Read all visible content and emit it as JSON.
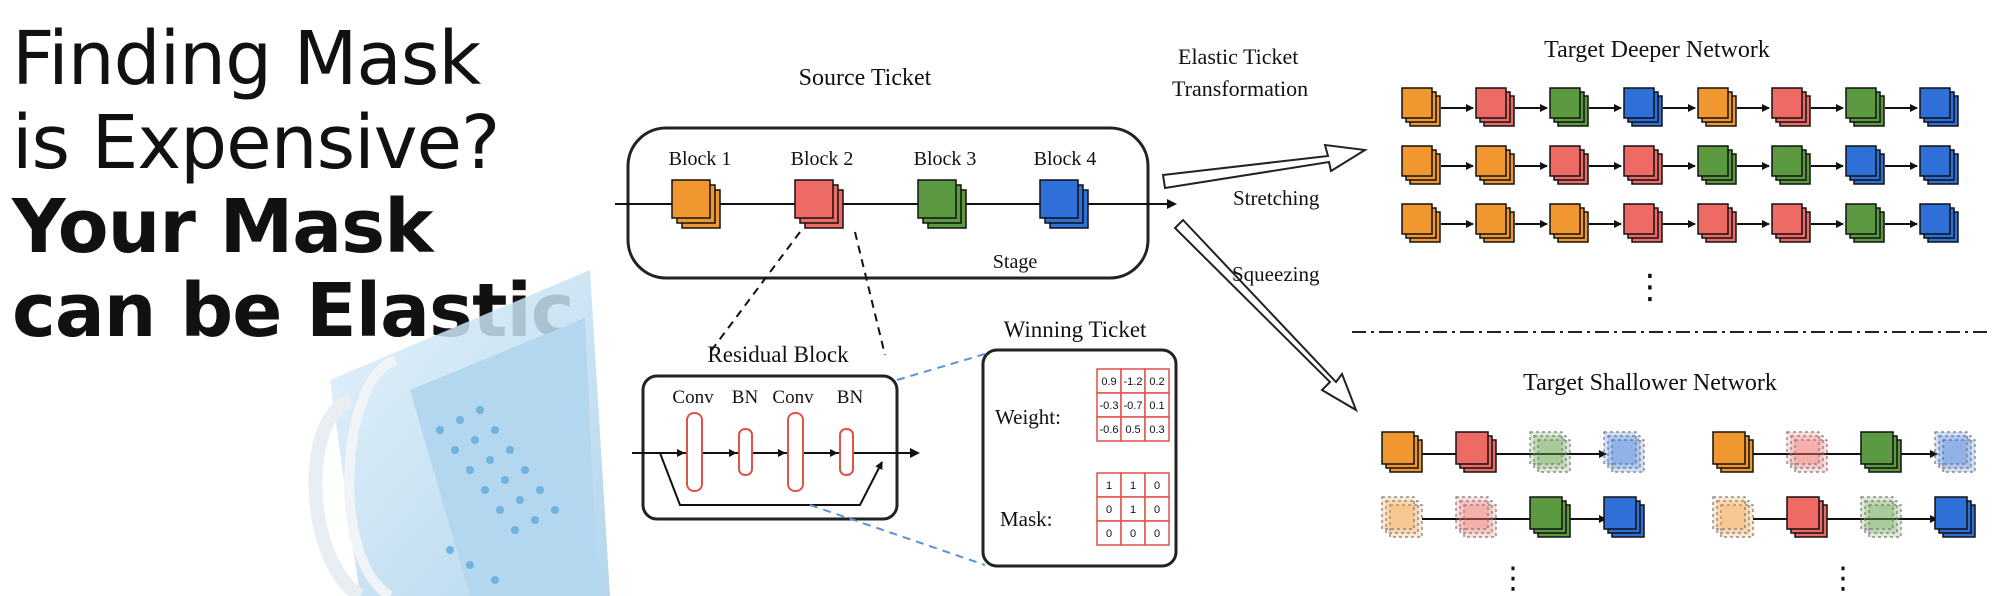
{
  "headline": {
    "line1": "Finding Mask",
    "line2": "is Expensive?",
    "line3": "Your Mask",
    "line4": "can be Elastic"
  },
  "colors": {
    "orange": "#f0982f",
    "red": "#ee6a64",
    "green": "#5b9a40",
    "blue": "#2f6fd8",
    "mask_blue": "#b9dcf2"
  },
  "source_ticket": {
    "title": "Source Ticket",
    "blocks": [
      "Block 1",
      "Block 2",
      "Block 3",
      "Block 4"
    ],
    "stage_label": "Stage"
  },
  "transformation": {
    "title_line1": "Elastic Ticket",
    "title_line2": "Transformation",
    "stretching": "Stretching",
    "squeezing": "Squeezing"
  },
  "deeper": {
    "title": "Target  Deeper Network",
    "rows": [
      [
        "orange",
        "red",
        "green",
        "blue",
        "orange",
        "red",
        "green",
        "blue"
      ],
      [
        "orange",
        "orange",
        "red",
        "red",
        "green",
        "green",
        "blue",
        "blue"
      ],
      [
        "orange",
        "orange",
        "orange",
        "red",
        "red",
        "red",
        "green",
        "blue"
      ]
    ],
    "more": "⋮"
  },
  "shallower": {
    "title": "Target Shallower Network",
    "left_rows": [
      [
        [
          "orange",
          1
        ],
        [
          "red",
          1
        ],
        [
          "green",
          0
        ],
        [
          "blue",
          0
        ]
      ],
      [
        [
          "orange",
          0
        ],
        [
          "red",
          0
        ],
        [
          "green",
          1
        ],
        [
          "blue",
          1
        ]
      ]
    ],
    "right_rows": [
      [
        [
          "orange",
          1
        ],
        [
          "red",
          0
        ],
        [
          "green",
          1
        ],
        [
          "blue",
          0
        ]
      ],
      [
        [
          "orange",
          0
        ],
        [
          "red",
          1
        ],
        [
          "green",
          0
        ],
        [
          "blue",
          1
        ]
      ]
    ],
    "more": "⋮"
  },
  "residual": {
    "title": "Residual Block",
    "layers": [
      "Conv",
      "BN",
      "Conv",
      "BN"
    ]
  },
  "winning_ticket": {
    "title": "Winning Ticket",
    "weight_label": "Weight:",
    "mask_label": "Mask:",
    "weights": [
      [
        "0.9",
        "-1.2",
        "0.2"
      ],
      [
        "-0.3",
        "-0.7",
        "0.1"
      ],
      [
        "-0.6",
        "0.5",
        "0.3"
      ]
    ],
    "mask": [
      [
        "1",
        "1",
        "0"
      ],
      [
        "0",
        "1",
        "0"
      ],
      [
        "0",
        "0",
        "0"
      ]
    ]
  }
}
